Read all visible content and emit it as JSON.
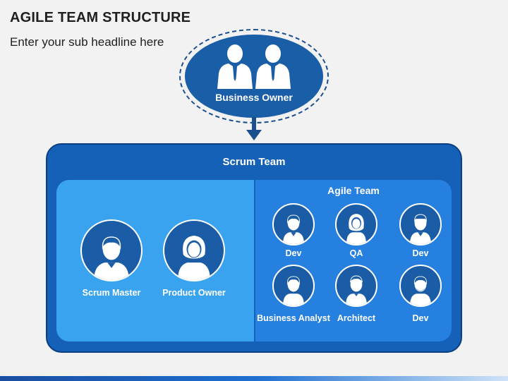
{
  "header": {
    "title": "AGILE TEAM STRUCTURE",
    "subtitle": "Enter your sub headline here"
  },
  "business_owner": {
    "label": "Business Owner",
    "icon": "business-people-icon"
  },
  "scrum_team": {
    "label": "Scrum Team",
    "roles": [
      {
        "label": "Scrum Master",
        "icon": "male-avatar-icon"
      },
      {
        "label": "Product Owner",
        "icon": "female-avatar-icon"
      }
    ]
  },
  "agile_team": {
    "label": "Agile Team",
    "members": [
      {
        "label": "Dev",
        "icon": "developer-icon"
      },
      {
        "label": "QA",
        "icon": "qa-female-icon"
      },
      {
        "label": "Dev",
        "icon": "developer-icon"
      },
      {
        "label": "Business Analyst",
        "icon": "analyst-icon"
      },
      {
        "label": "Architect",
        "icon": "architect-icon"
      },
      {
        "label": "Dev",
        "icon": "developer-icon"
      }
    ]
  },
  "colors": {
    "navy": "#1b5ea8",
    "outer_panel": "#1561b8",
    "left_panel": "#3aa3f0",
    "right_panel": "#2680e0",
    "avatar_bg": "#1a5ca6"
  }
}
